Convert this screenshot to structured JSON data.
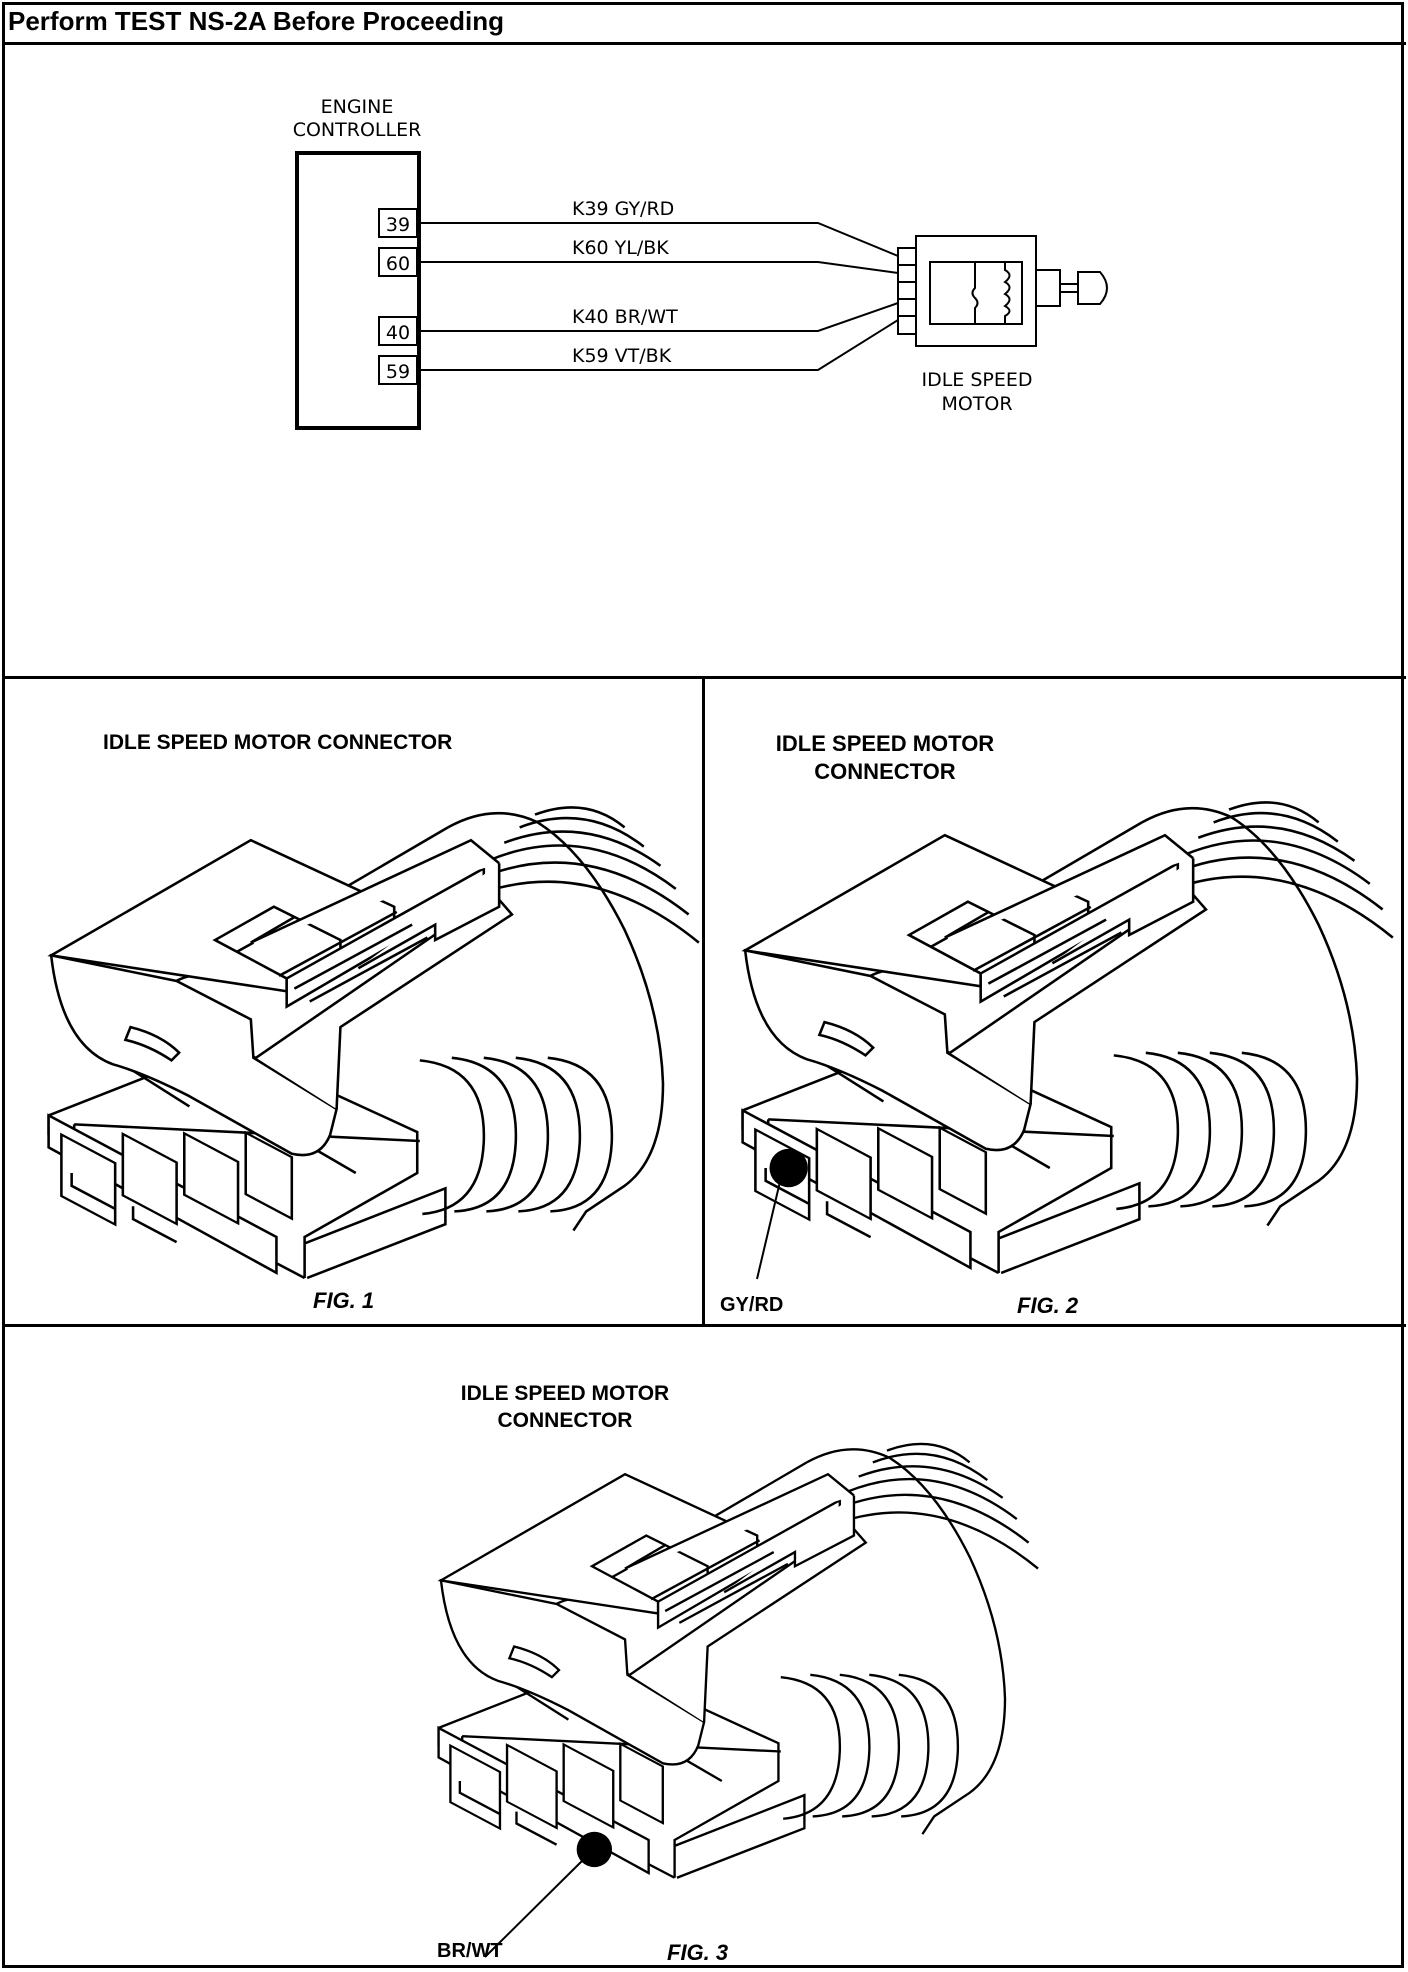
{
  "header": {
    "title": "Perform TEST NS-2A Before Proceeding"
  },
  "schematic": {
    "controller_label_line1": "ENGINE",
    "controller_label_line2": "CONTROLLER",
    "pins": [
      "39",
      "60",
      "40",
      "59"
    ],
    "wires": [
      "K39 GY/RD",
      "K60 YL/BK",
      "K40 BR/WT",
      "K59 VT/BK"
    ],
    "motor_label_line1": "IDLE SPEED",
    "motor_label_line2": "MOTOR"
  },
  "fig1": {
    "title": "IDLE SPEED MOTOR CONNECTOR",
    "caption": "FIG. 1"
  },
  "fig2": {
    "title_line1": "IDLE SPEED MOTOR",
    "title_line2": "CONNECTOR",
    "callout": "GY/RD",
    "caption": "FIG. 2"
  },
  "fig3": {
    "title_line1": "IDLE SPEED MOTOR",
    "title_line2": "CONNECTOR",
    "callout": "BR/WT",
    "caption": "FIG. 3"
  }
}
